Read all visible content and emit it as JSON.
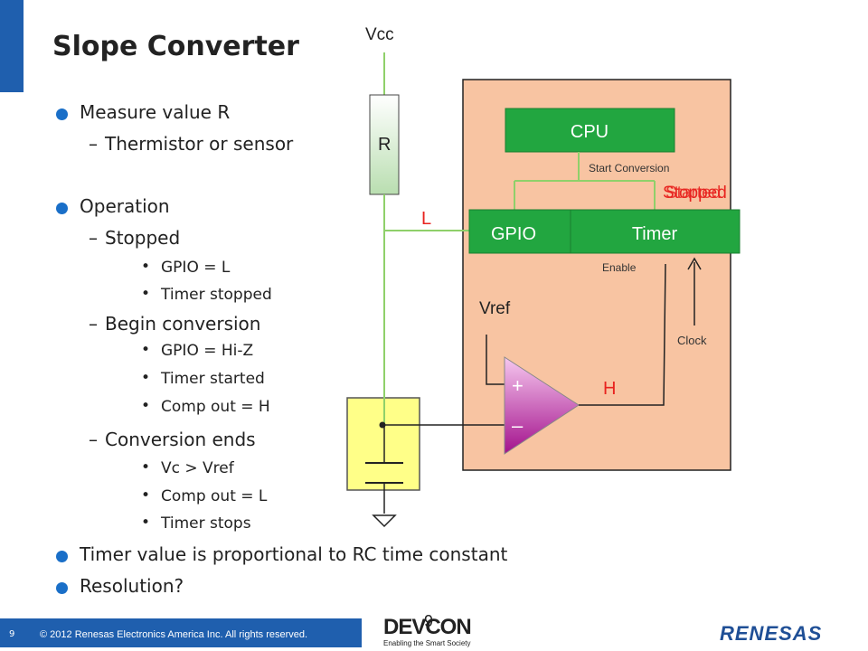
{
  "slide": {
    "title": "Slope Converter",
    "bullets": [
      {
        "level": 1,
        "text": "Measure value R"
      },
      {
        "level": 2,
        "text": "Thermistor or sensor"
      },
      {
        "level": 1,
        "text": "Operation"
      },
      {
        "level": 2,
        "text": "Stopped"
      },
      {
        "level": 3,
        "text": "GPIO = L"
      },
      {
        "level": 3,
        "text": "Timer stopped"
      },
      {
        "level": 2,
        "text": "Begin conversion"
      },
      {
        "level": 3,
        "text": "GPIO = Hi-Z"
      },
      {
        "level": 3,
        "text": "Timer started"
      },
      {
        "level": 3,
        "text": "Comp out = H"
      },
      {
        "level": 2,
        "text": "Conversion ends"
      },
      {
        "level": 3,
        "text": "Vc > Vref"
      },
      {
        "level": 3,
        "text": "Comp out = L"
      },
      {
        "level": 3,
        "text": "Timer stops"
      },
      {
        "level": 1,
        "text": "Timer value is proportional to RC time constant"
      },
      {
        "level": 1,
        "text": "Resolution?"
      }
    ]
  },
  "diagram": {
    "vcc": "Vcc",
    "resistor": "R",
    "cpu": "CPU",
    "gpio": "GPIO",
    "timer": "Timer",
    "start_conversion": "Start Conversion",
    "enable": "Enable",
    "clock": "Clock",
    "vref": "Vref",
    "gpio_state": "L",
    "comp_state": "H",
    "timer_state_a": "Stopped",
    "timer_state_b": "Started",
    "comp_plus": "+",
    "comp_minus": "–"
  },
  "footer": {
    "page_number": "9",
    "copyright": "© 2012 Renesas Electronics America Inc. All rights reserved.",
    "devcon": "DEVCON",
    "devcon_tagline": "Enabling the Smart Society",
    "overlay_number": "9",
    "renesas": "RENESAS"
  },
  "colors": {
    "accent_blue": "#1f5fae",
    "block_green": "#22a640",
    "chip_fill": "#f8c4a2",
    "cap_fill": "#ffff88",
    "state_red": "#e8231f",
    "wire_green": "#8fd06a",
    "comparator_magenta": "#b0179a"
  }
}
